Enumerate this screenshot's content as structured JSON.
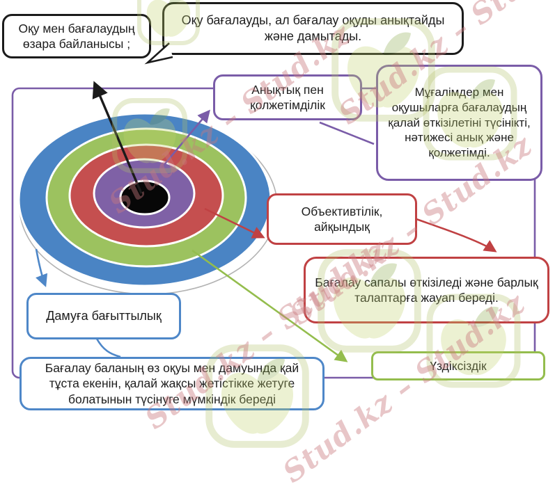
{
  "diagram": {
    "boxes": {
      "relationship": "Оқу мен бағалаудың өзара байланысы ;",
      "definition": "Оқу бағалауды, ал бағалау оқуды анықтайды және дамытады.",
      "clarity": "Анықтық пен қолжетімділік",
      "teachers": "Мұғалімдер мен оқушыларға бағалаудың қалай өткізілетіні түсінікті, нәтижесі анық және қолжетімді.",
      "objectivity": "Объективтілік, айқындық",
      "quality": "Бағалау сапалы өткізіледі және барлық талаптарға жауап береді.",
      "development": "Дамуға бағыттылық",
      "understanding": "Бағалау баланың өз оқуы мен дамуында қай тұста екенін, қалай жақсы жетістікке жетуге болатынын түсінуге мүмкіндік береді",
      "continuity": "Үздіксіздік"
    },
    "colors": {
      "black": "#1b1b1b",
      "purple": "#7a5ca8",
      "red": "#c04143",
      "blue": "#4e87c8",
      "green": "#94bd4d",
      "ring_blue": "#4a84c4",
      "ring_green": "#9cc25f",
      "ring_red": "#c54f4f",
      "ring_purple": "#7f61a6",
      "ring_black": "#070707",
      "shadow_gray": "#b3b3b3",
      "watermark_pink": "#c9797e",
      "logo_olive": "#b3c169",
      "logo_fill": "#c2d36c",
      "logo_leaf": "#87a844"
    },
    "watermark": "Stud.kz – Stud.kz"
  }
}
